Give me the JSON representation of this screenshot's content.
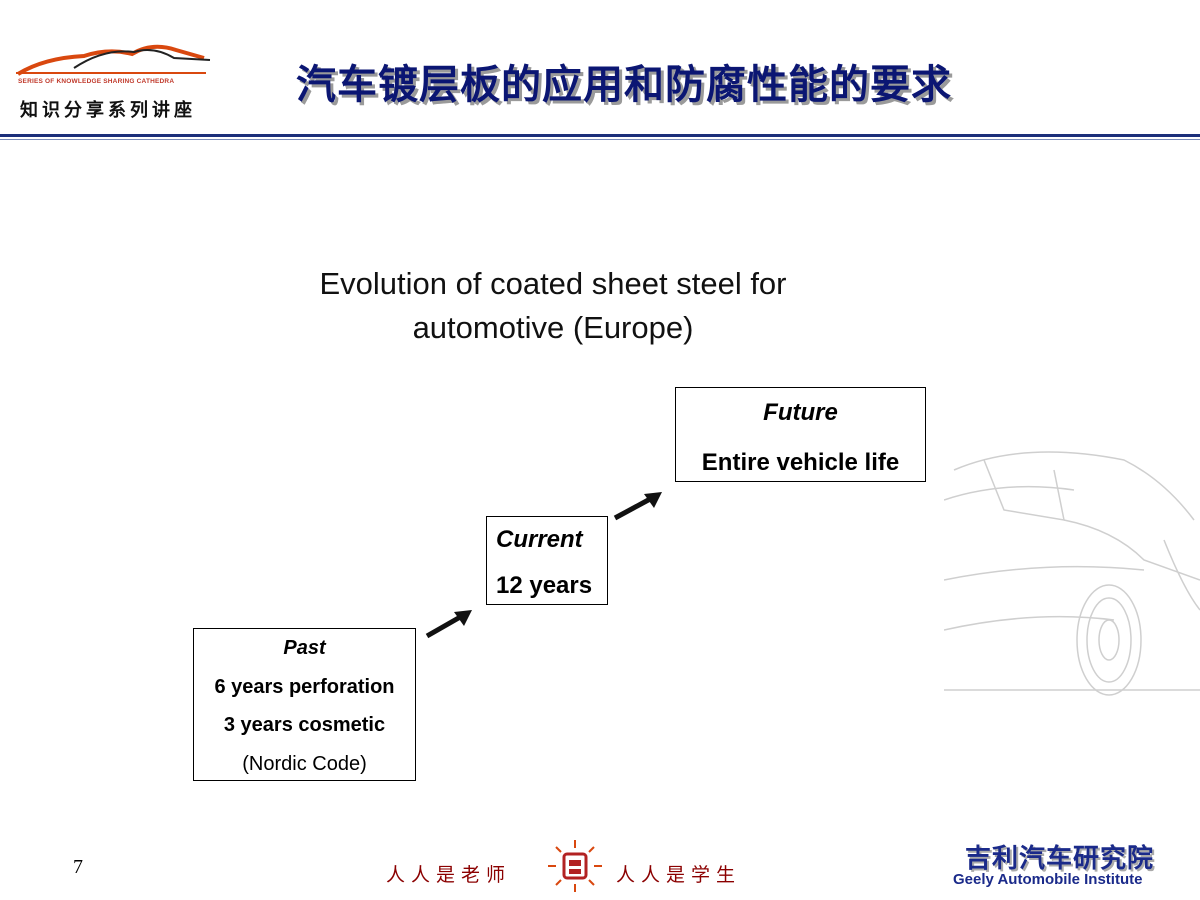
{
  "header": {
    "logo_small_text": "SERIES OF KNOWLEDGE SHARING CATHEDRA",
    "logo_cn_text": "知识分享系列讲座",
    "title": "汽车镀层板的应用和防腐性能的要求"
  },
  "main": {
    "subtitle_line1": "Evolution of coated sheet steel for",
    "subtitle_line2": "automotive (Europe)",
    "past": {
      "label": "Past",
      "line1": "6 years perforation",
      "line2": "3 years cosmetic",
      "line3": "(Nordic Code)"
    },
    "current": {
      "label": "Current",
      "line1": "12 years"
    },
    "future": {
      "label": "Future",
      "line1": "Entire vehicle life"
    }
  },
  "footer": {
    "page_number": "7",
    "slogan_left": "人人是老师",
    "slogan_right": "人人是学生",
    "institute_cn": "吉利汽车研究院",
    "institute_en": "Geely Automobile Institute"
  },
  "colors": {
    "title": "#0b1673",
    "header_rule": "#1c2f7a",
    "slogan": "#8b0000",
    "institute": "#1a2a8a",
    "logo_accent": "#d9480f"
  }
}
